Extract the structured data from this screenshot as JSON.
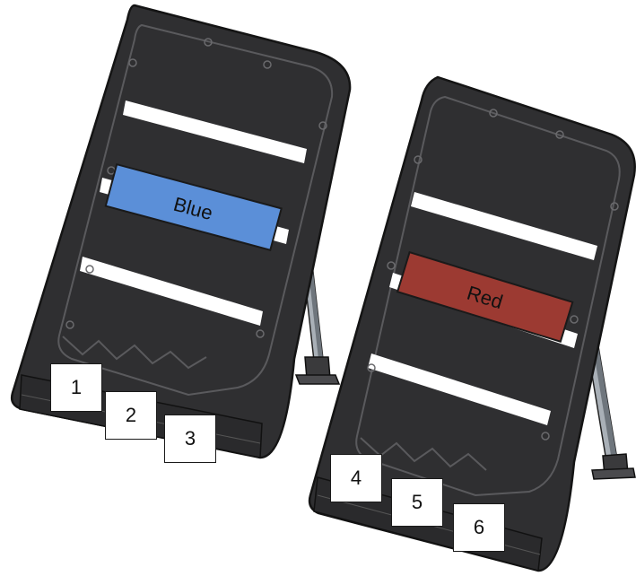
{
  "boards": [
    {
      "id": "left",
      "label": "Blue",
      "label_color": "#5b8fd8"
    },
    {
      "id": "right",
      "label": "Red",
      "label_color": "#9c3a32"
    }
  ],
  "number_labels": [
    "1",
    "2",
    "3",
    "4",
    "5",
    "6"
  ],
  "colors": {
    "board": "#2f2f31",
    "board_edge": "#141414",
    "rail": "#ffffff",
    "leg": "#9aa1a8"
  }
}
